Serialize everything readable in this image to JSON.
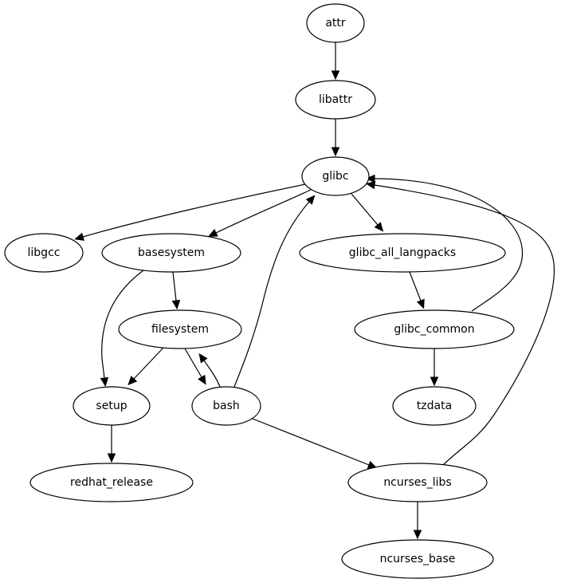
{
  "graph": {
    "type": "directed",
    "nodes": [
      {
        "id": "attr",
        "label": "attr"
      },
      {
        "id": "libattr",
        "label": "libattr"
      },
      {
        "id": "glibc",
        "label": "glibc"
      },
      {
        "id": "libgcc",
        "label": "libgcc"
      },
      {
        "id": "basesystem",
        "label": "basesystem"
      },
      {
        "id": "glibc_all_langpacks",
        "label": "glibc_all_langpacks"
      },
      {
        "id": "filesystem",
        "label": "filesystem"
      },
      {
        "id": "glibc_common",
        "label": "glibc_common"
      },
      {
        "id": "setup",
        "label": "setup"
      },
      {
        "id": "bash",
        "label": "bash"
      },
      {
        "id": "tzdata",
        "label": "tzdata"
      },
      {
        "id": "redhat_release",
        "label": "redhat_release"
      },
      {
        "id": "ncurses_libs",
        "label": "ncurses_libs"
      },
      {
        "id": "ncurses_base",
        "label": "ncurses_base"
      }
    ],
    "edges": [
      {
        "from": "attr",
        "to": "libattr"
      },
      {
        "from": "libattr",
        "to": "glibc"
      },
      {
        "from": "glibc",
        "to": "libgcc"
      },
      {
        "from": "glibc",
        "to": "basesystem"
      },
      {
        "from": "glibc",
        "to": "glibc_all_langpacks"
      },
      {
        "from": "basesystem",
        "to": "filesystem"
      },
      {
        "from": "basesystem",
        "to": "setup"
      },
      {
        "from": "filesystem",
        "to": "setup"
      },
      {
        "from": "filesystem",
        "to": "bash"
      },
      {
        "from": "bash",
        "to": "filesystem"
      },
      {
        "from": "bash",
        "to": "glibc"
      },
      {
        "from": "bash",
        "to": "ncurses_libs"
      },
      {
        "from": "glibc_all_langpacks",
        "to": "glibc_common"
      },
      {
        "from": "glibc_common",
        "to": "glibc"
      },
      {
        "from": "glibc_common",
        "to": "tzdata"
      },
      {
        "from": "setup",
        "to": "redhat_release"
      },
      {
        "from": "ncurses_libs",
        "to": "glibc"
      },
      {
        "from": "ncurses_libs",
        "to": "ncurses_base"
      }
    ]
  }
}
